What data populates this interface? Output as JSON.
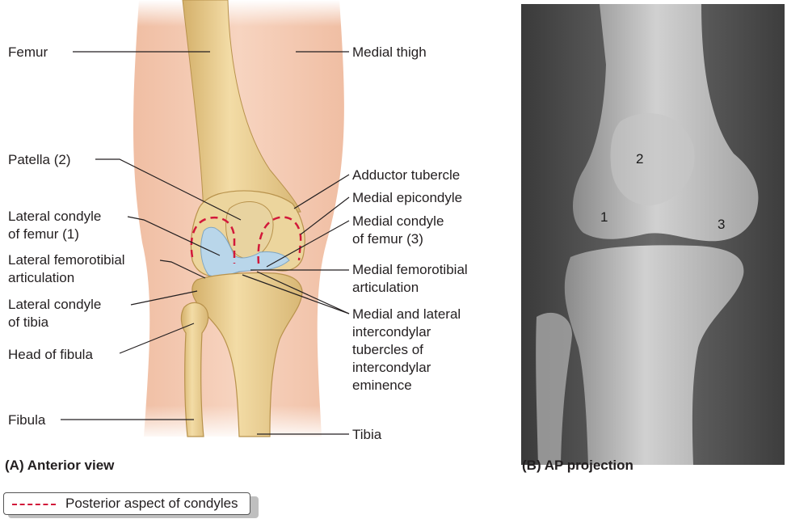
{
  "labels_left": {
    "femur": "Femur",
    "patella": "Patella (2)",
    "lateral_condyle_femur_1": "Lateral condyle",
    "lateral_condyle_femur_2": "of femur (1)",
    "lateral_femorotibial_1": "Lateral femorotibial",
    "lateral_femorotibial_2": "articulation",
    "lateral_condyle_tibia_1": "Lateral condyle",
    "lateral_condyle_tibia_2": "of tibia",
    "head_fibula": "Head of fibula",
    "fibula": "Fibula"
  },
  "labels_right": {
    "medial_thigh": "Medial thigh",
    "adductor_tubercle": "Adductor tubercle",
    "medial_epicondyle": "Medial epicondyle",
    "medial_condyle_femur_1": "Medial condyle",
    "medial_condyle_femur_2": "of femur (3)",
    "medial_femorotibial_1": "Medial femorotibial",
    "medial_femorotibial_2": "articulation",
    "intercondylar_1": "Medial and lateral",
    "intercondylar_2": "intercondylar",
    "intercondylar_3": "tubercles of",
    "intercondylar_4": "intercondylar",
    "intercondylar_5": "eminence",
    "tibia": "Tibia"
  },
  "captions": {
    "a": "(A) Anterior view",
    "b": "(B) AP projection"
  },
  "xray_numbers": {
    "n1": "1",
    "n2": "2",
    "n3": "3"
  },
  "legend": {
    "text": "Posterior aspect of condyles"
  },
  "colors": {
    "skin": "#f4c9b2",
    "bone": "#e9cf92",
    "bone_shade": "#c9a45c",
    "cartilage": "#b9d6ea",
    "dashed_outline": "#d2183a",
    "leader": "#231f20"
  }
}
